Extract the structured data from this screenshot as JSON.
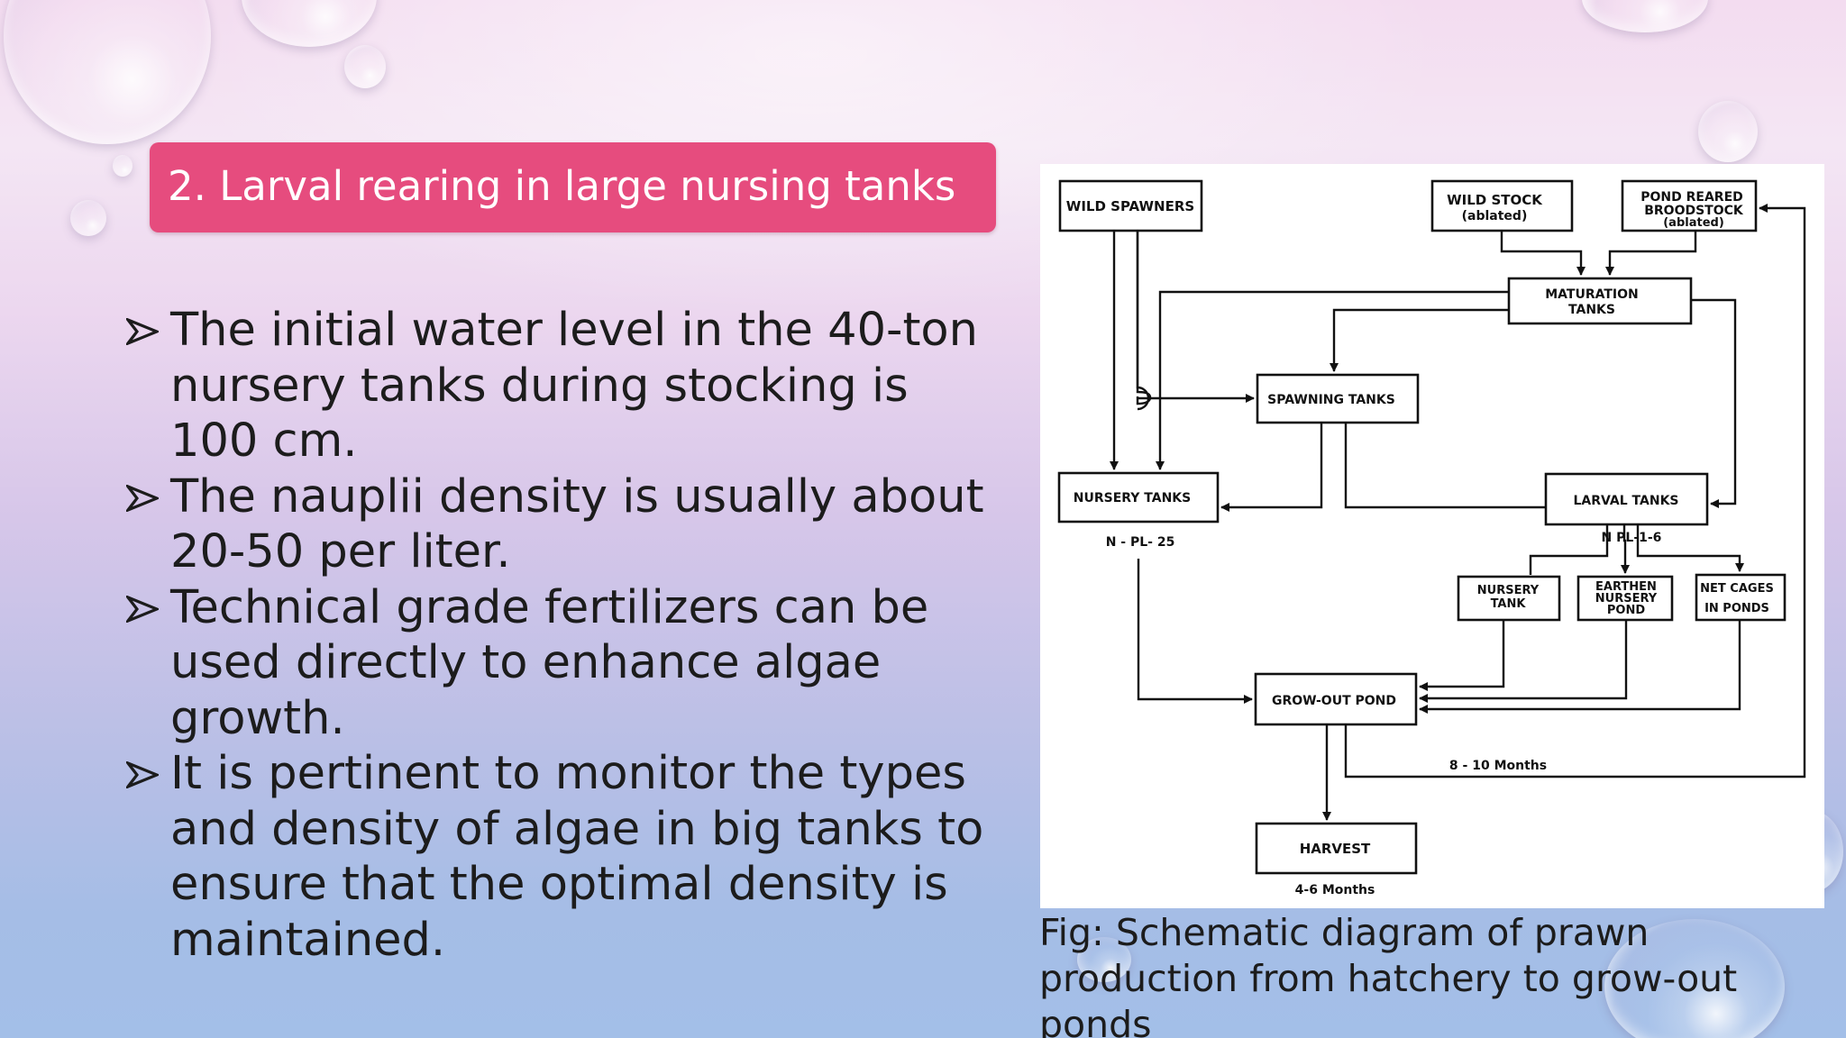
{
  "slide": {
    "title": "2. Larval rearing in large nursing tanks",
    "bullets": [
      "The initial water level in the 40-ton nursery tanks during stocking is 100 cm.",
      "The nauplii density is usually about 20-50 per liter.",
      "Technical grade fertilizers can be used directly to enhance algae growth.",
      "It is pertinent to monitor the types and density of algae in big tanks to ensure that the optimal density is maintained."
    ],
    "caption": "Fig: Schematic diagram of prawn production from hatchery to grow-out ponds",
    "colors": {
      "title_bar": "#e64c7e",
      "title_text": "#ffffff",
      "body_text": "#1c1c1c"
    }
  },
  "diagram": {
    "wild_spawners": "WILD SPAWNERS",
    "wild_stock_1": "WILD STOCK",
    "wild_stock_2": "(ablated)",
    "pond_reared_1": "POND REARED",
    "pond_reared_2": "BROODSTOCK",
    "pond_reared_3": "(ablated)",
    "maturation_1": "MATURATION",
    "maturation_2": "TANKS",
    "spawning": "SPAWNING TANKS",
    "nursery_tanks": "NURSERY TANKS",
    "nursery_sub": "N - PL- 25",
    "larval": "LARVAL TANKS",
    "larval_sub": "N  PL-1-6",
    "nursery_tank_1": "NURSERY",
    "nursery_tank_2": "TANK",
    "earthen_1": "EARTHEN",
    "earthen_2": "NURSERY",
    "earthen_3": "POND",
    "netcages_1": "NET CAGES",
    "netcages_2": "IN PONDS",
    "growout": "GROW-OUT POND",
    "months_8_10": "8 - 10 Months",
    "harvest": "HARVEST",
    "months_4_6": "4-6 Months"
  }
}
